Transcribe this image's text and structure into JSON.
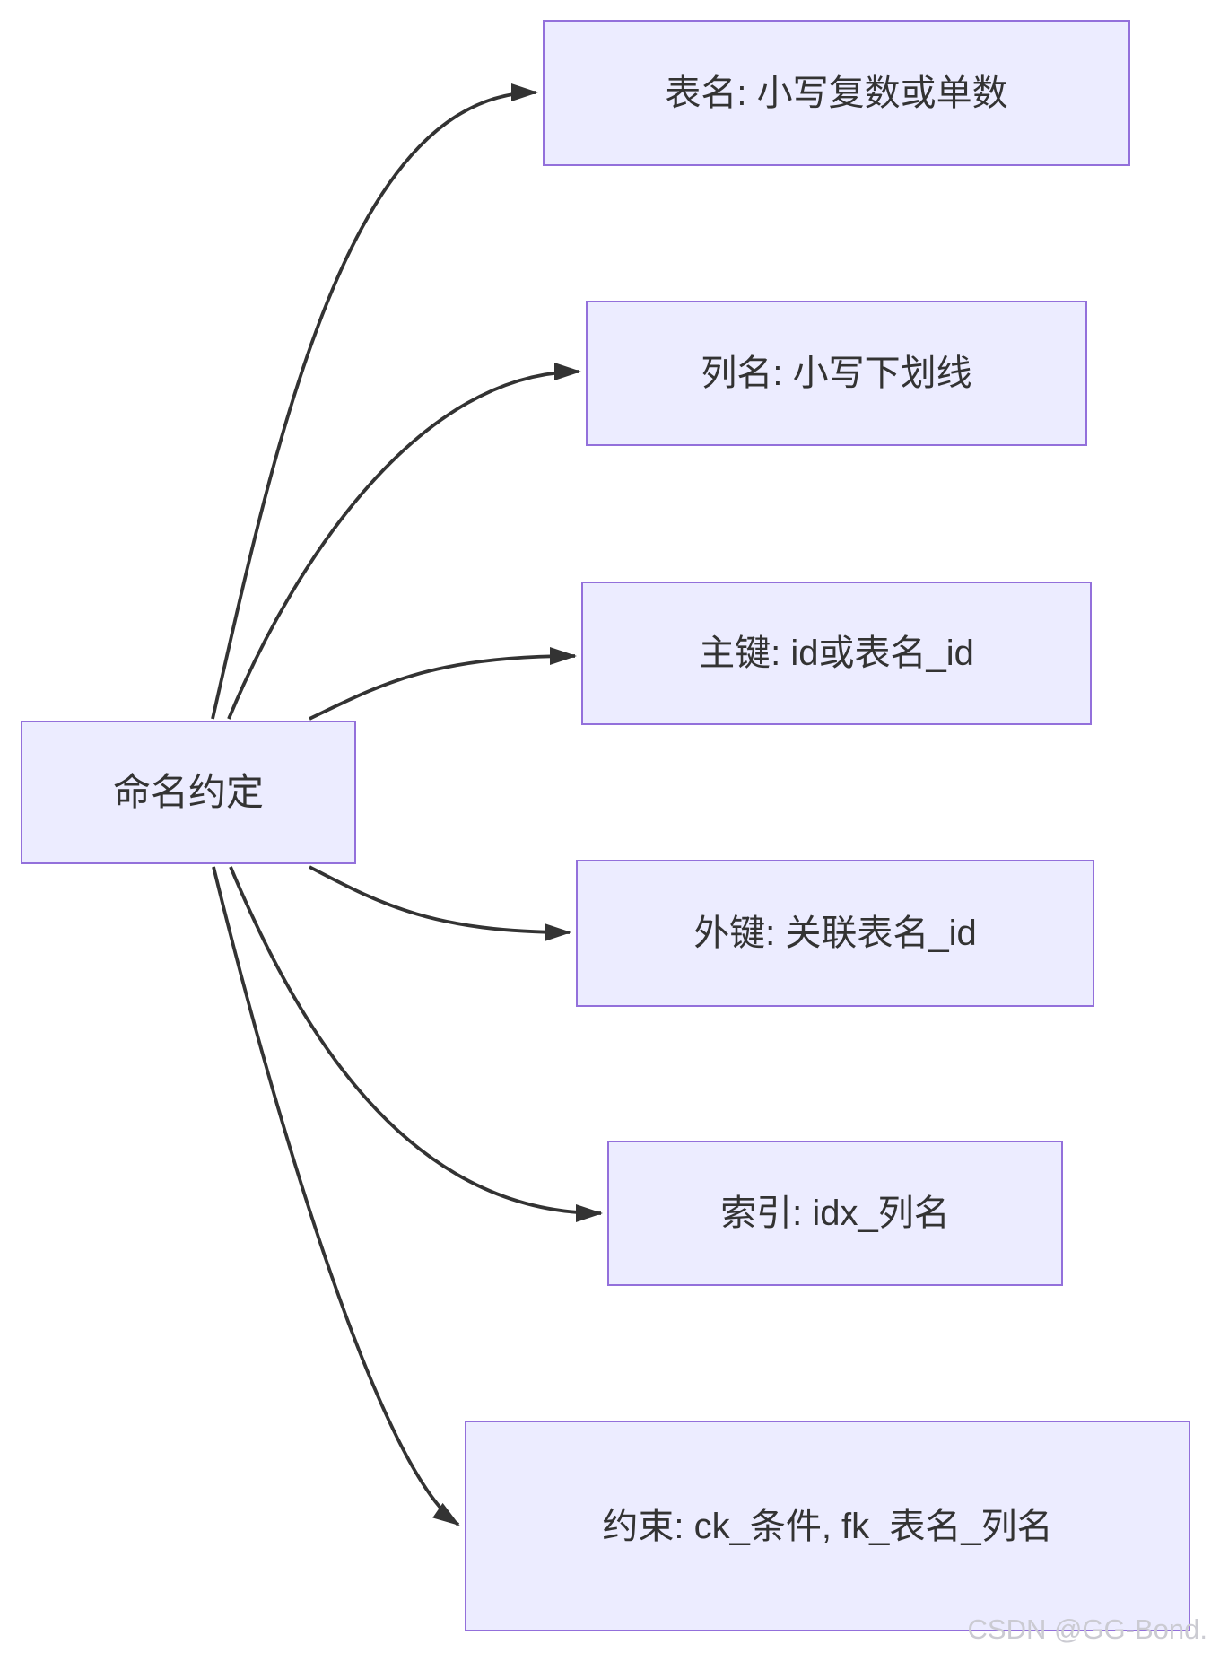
{
  "diagram": {
    "root": {
      "label": "命名约定"
    },
    "nodes": [
      {
        "id": "table-name",
        "label": "表名: 小写复数或单数"
      },
      {
        "id": "column-name",
        "label": "列名: 小写下划线"
      },
      {
        "id": "primary-key",
        "label": "主键: id或表名_id"
      },
      {
        "id": "foreign-key",
        "label": "外键: 关联表名_id"
      },
      {
        "id": "index",
        "label": "索引: idx_列名"
      },
      {
        "id": "constraint",
        "label": "约束: ck_条件, fk_表名_列名"
      }
    ],
    "colors": {
      "node_fill": "#ECECFF",
      "node_border": "#9370DB",
      "edge": "#333333",
      "text": "#333333",
      "watermark": "#CBCBD2"
    }
  },
  "watermark": {
    "text": "CSDN @GG-Bond."
  }
}
